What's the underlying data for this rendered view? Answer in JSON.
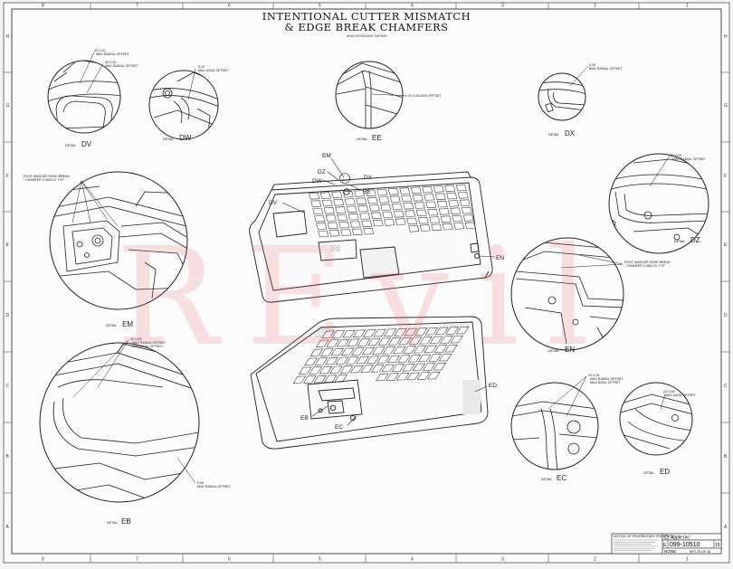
{
  "title_line1": "INTENTIONAL CUTTER MISMATCH",
  "title_line2": "& EDGE BREAK CHAMFERS",
  "subtitle": "ANSI KEYBOARD SHOWN",
  "watermark": "REvil",
  "border": {
    "columns": [
      "8",
      "7",
      "6",
      "5",
      "4",
      "3",
      "2",
      "1"
    ],
    "rows": [
      "H",
      "G",
      "F",
      "E",
      "D",
      "C",
      "B",
      "A"
    ]
  },
  "details": {
    "dv": {
      "prefix": "DETAIL",
      "letters": "DV",
      "notes": [
        "2X 0.10",
        "MAX RADIAL OFFSET",
        "4X 0.02",
        "MAX RADIAL OFFSET"
      ]
    },
    "dw": {
      "prefix": "DETAIL",
      "letters": "DW",
      "notes": [
        "0.10",
        "MAX AXIAL OFFSET"
      ]
    },
    "ee": {
      "prefix": "DETAIL",
      "letters": "EE",
      "notes": [
        "2X 0.05 MAX OFFSET"
      ]
    },
    "dx": {
      "prefix": "DETAIL",
      "letters": "DX",
      "notes": [
        "0.05",
        "MAX RADIAL OFFSET"
      ]
    },
    "dz": {
      "prefix": "DETAIL",
      "letters": "DZ",
      "notes": [
        "2X 0.05",
        "MAX RADIAL OFFSET"
      ]
    },
    "em": {
      "prefix": "DETAIL",
      "letters": "EM",
      "notes": [
        "POST ANODIZE EDGE BREAK",
        "CHAMFER 0.05/0.15, TYP"
      ]
    },
    "en": {
      "prefix": "DETAIL",
      "letters": "EN",
      "notes": [
        "POST ANODIZE EDGE BREAK",
        "CHAMFER 0.05/0.15, TYP"
      ]
    },
    "eb": {
      "prefix": "DETAIL",
      "letters": "EB",
      "notes": [
        "4X 0.05",
        "MAX RADIAL OFFSET",
        "MAX AXIAL OFFSET",
        "0.06",
        "MAX RADIAL OFFSET"
      ]
    },
    "ec": {
      "prefix": "DETAIL",
      "letters": "EC",
      "notes": [
        "4X 0.10",
        "MAX RADIAL OFFSET",
        "MAX AXIAL OFFSET"
      ]
    },
    "ed": {
      "prefix": "DETAIL",
      "letters": "ED",
      "notes": [
        "2X 0.05",
        "MAX AXIAL OFFSET"
      ]
    }
  },
  "callouts": {
    "em": "EM",
    "dz": "DZ",
    "dx": "DX",
    "dw": "DW",
    "ee": "EE",
    "dv": "DV",
    "en": "EN",
    "ed": "ED",
    "eb": "EB",
    "ec": "EC"
  },
  "title_block": {
    "company": "Apple Inc.",
    "size": "E",
    "drawing_number": "099-10510",
    "revision": "15",
    "scale": "NONE",
    "sheet": "SHT 29 OF 45",
    "notice_heading": "NOTICE OF PROPRIETARY PROPERTY"
  }
}
